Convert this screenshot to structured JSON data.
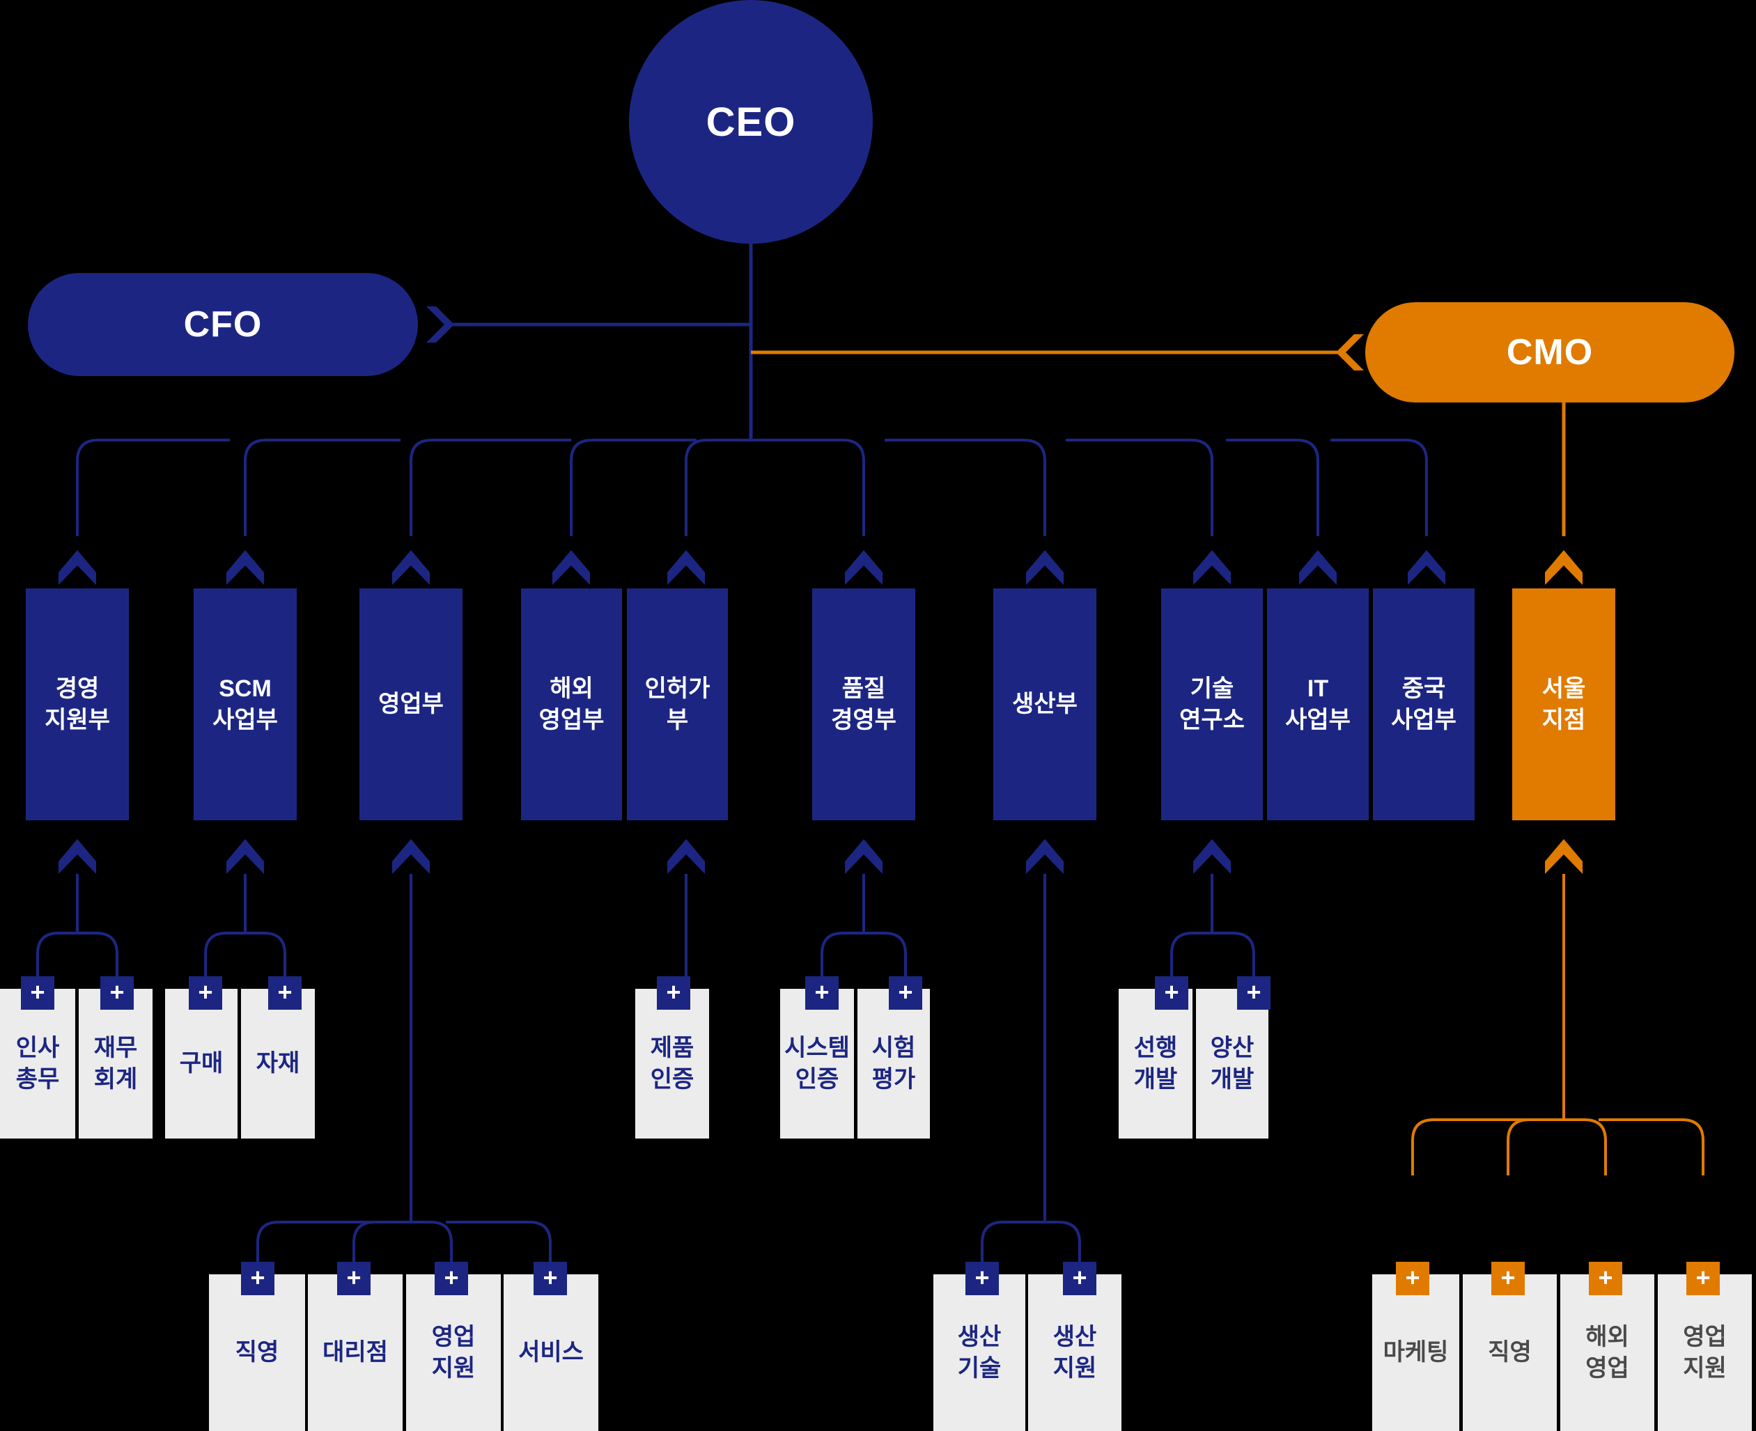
{
  "theme": {
    "background": "#000000",
    "navy": "#1c2682",
    "orange": "#e07b00",
    "leaf_fill": "#ececec",
    "leaf_text_navy": "#1c2682",
    "leaf_text_gray": "#4a4a4a"
  },
  "chart_data": {
    "type": "diagram",
    "title": "Organization Chart",
    "root": "CEO",
    "officers": [
      "CFO",
      "CMO"
    ],
    "departments": [
      "경영 지원부",
      "SCM 사업부",
      "영업부",
      "해외 영업부",
      "인허가 부",
      "품질 경영부",
      "생산부",
      "기술 연구소",
      "IT 사업부",
      "중국 사업부",
      "서울 지점"
    ],
    "teams": [
      "인사 총무",
      "재무 회계",
      "구매",
      "자재",
      "제품 인증",
      "시스템 인증",
      "시험 평가",
      "선행 개발",
      "양산 개발",
      "직영",
      "대리점",
      "영업 지원",
      "서비스",
      "생산 기술",
      "생산 지원",
      "마케팅",
      "직영",
      "해외 영업",
      "영업 지원"
    ]
  },
  "ceo": {
    "label": "CEO"
  },
  "cfo": {
    "label": "CFO"
  },
  "cmo": {
    "label": "CMO"
  },
  "departments": [
    {
      "id": "mgmt-support",
      "line1": "경영",
      "line2": "지원부"
    },
    {
      "id": "scm-division",
      "line1": "SCM",
      "line2": "사업부"
    },
    {
      "id": "sales",
      "line1": "영업부",
      "line2": ""
    },
    {
      "id": "overseas-sales",
      "line1": "해외",
      "line2": "영업부"
    },
    {
      "id": "licensing",
      "line1": "인허가",
      "line2": "부"
    },
    {
      "id": "quality-mgmt",
      "line1": "품질",
      "line2": "경영부"
    },
    {
      "id": "production",
      "line1": "생산부",
      "line2": ""
    },
    {
      "id": "tech-research",
      "line1": "기술",
      "line2": "연구소"
    },
    {
      "id": "it-division",
      "line1": "IT",
      "line2": "사업부"
    },
    {
      "id": "china-division",
      "line1": "중국",
      "line2": "사업부"
    },
    {
      "id": "seoul-branch",
      "line1": "서울",
      "line2": "지점"
    }
  ],
  "teams": [
    {
      "id": "hr-general",
      "line1": "인사",
      "line2": "총무",
      "plus": "+"
    },
    {
      "id": "finance-account",
      "line1": "재무",
      "line2": "회계",
      "plus": "+"
    },
    {
      "id": "purchasing",
      "line1": "구매",
      "line2": "",
      "plus": "+"
    },
    {
      "id": "materials",
      "line1": "자재",
      "line2": "",
      "plus": "+"
    },
    {
      "id": "product-cert",
      "line1": "제품",
      "line2": "인증",
      "plus": "+"
    },
    {
      "id": "system-cert",
      "line1": "시스템",
      "line2": "인증",
      "plus": "+"
    },
    {
      "id": "test-eval",
      "line1": "시험",
      "line2": "평가",
      "plus": "+"
    },
    {
      "id": "advance-dev",
      "line1": "선행",
      "line2": "개발",
      "plus": "+"
    },
    {
      "id": "mass-dev",
      "line1": "양산",
      "line2": "개발",
      "plus": "+"
    },
    {
      "id": "direct-store",
      "line1": "직영",
      "line2": "",
      "plus": "+"
    },
    {
      "id": "agency",
      "line1": "대리점",
      "line2": "",
      "plus": "+"
    },
    {
      "id": "sales-support",
      "line1": "영업",
      "line2": "지원",
      "plus": "+"
    },
    {
      "id": "service",
      "line1": "서비스",
      "line2": "",
      "plus": "+"
    },
    {
      "id": "prod-tech",
      "line1": "생산",
      "line2": "기술",
      "plus": "+"
    },
    {
      "id": "prod-support",
      "line1": "생산",
      "line2": "지원",
      "plus": "+"
    },
    {
      "id": "marketing",
      "line1": "마케팅",
      "line2": "",
      "plus": "+"
    },
    {
      "id": "cmo-direct",
      "line1": "직영",
      "line2": "",
      "plus": "+"
    },
    {
      "id": "cmo-overseas",
      "line1": "해외",
      "line2": "영업",
      "plus": "+"
    },
    {
      "id": "cmo-sales-supp",
      "line1": "영업",
      "line2": "지원",
      "plus": "+"
    }
  ]
}
